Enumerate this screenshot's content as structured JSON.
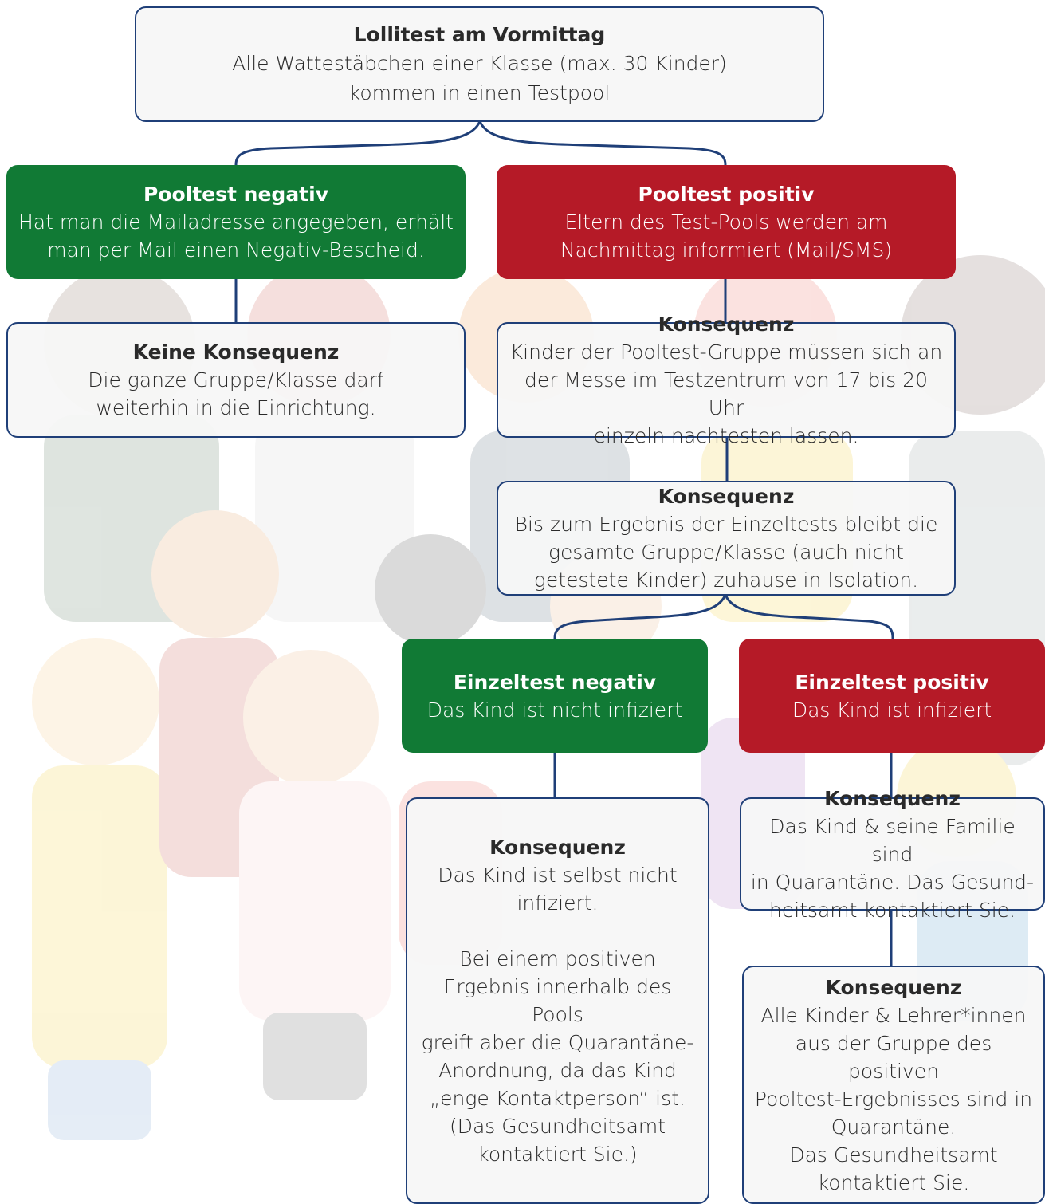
{
  "colors": {
    "green": "#117a35",
    "red": "#b51a27",
    "border": "#1f3f78",
    "box_fill": "#f6f6f6"
  },
  "background": "faded illustration of a group of children and a teacher",
  "nodes": {
    "start": {
      "title": "Lollitest am Vormittag",
      "body": "Alle Wattestäbchen einer Klasse (max. 30 Kinder)\nkommen in einen Testpool"
    },
    "pool_negative": {
      "title": "Pooltest negativ",
      "body": "Hat man die Mailadresse angegeben, erhält\nman per Mail einen Negativ-Bescheid."
    },
    "pool_positive": {
      "title": "Pooltest positiv",
      "body": "Eltern des Test-Pools werden am\nNachmittag informiert (Mail/SMS)"
    },
    "no_consequence": {
      "title": "Keine Konsequenz",
      "body": "Die ganze Gruppe/Klasse darf\nweiterhin in die Einrichtung."
    },
    "consequence_retest": {
      "title": "Konsequenz",
      "body": "Kinder der Pooltest-Gruppe müssen sich an\nder Messe im Testzentrum von 17 bis 20 Uhr\neinzeln nachtesten lassen."
    },
    "consequence_isolation": {
      "title": "Konsequenz",
      "body": "Bis zum Ergebnis der Einzeltests bleibt die\ngesamte Gruppe/Klasse (auch nicht\ngetestete Kinder) zuhause in Isolation."
    },
    "single_negative": {
      "title": "Einzeltest negativ",
      "body": "Das Kind ist nicht infiziert"
    },
    "single_positive": {
      "title": "Einzeltest positiv",
      "body": "Das Kind ist infiziert"
    },
    "consequence_single_negative": {
      "title": "Konsequenz",
      "body": "Das Kind ist selbst nicht\ninfiziert.\n\nBei einem positiven\nErgebnis innerhalb des Pools\ngreift aber die Quarantäne-\nAnordnung, da das Kind\n„enge Kontaktperson“ ist.\n(Das Gesundheitsamt\nkontaktiert Sie.)"
    },
    "consequence_family": {
      "title": "Konsequenz",
      "body": "Das Kind & seine Familie sind\nin Quarantäne. Das Gesund-\nheitsamt kontaktiert Sie."
    },
    "consequence_group": {
      "title": "Konsequenz",
      "body": "Alle Kinder & Lehrer*innen\naus der Gruppe des positiven\nPooltest-Ergebnisses sind in\nQuarantäne.\nDas Gesundheitsamt\nkontaktiert Sie."
    }
  }
}
